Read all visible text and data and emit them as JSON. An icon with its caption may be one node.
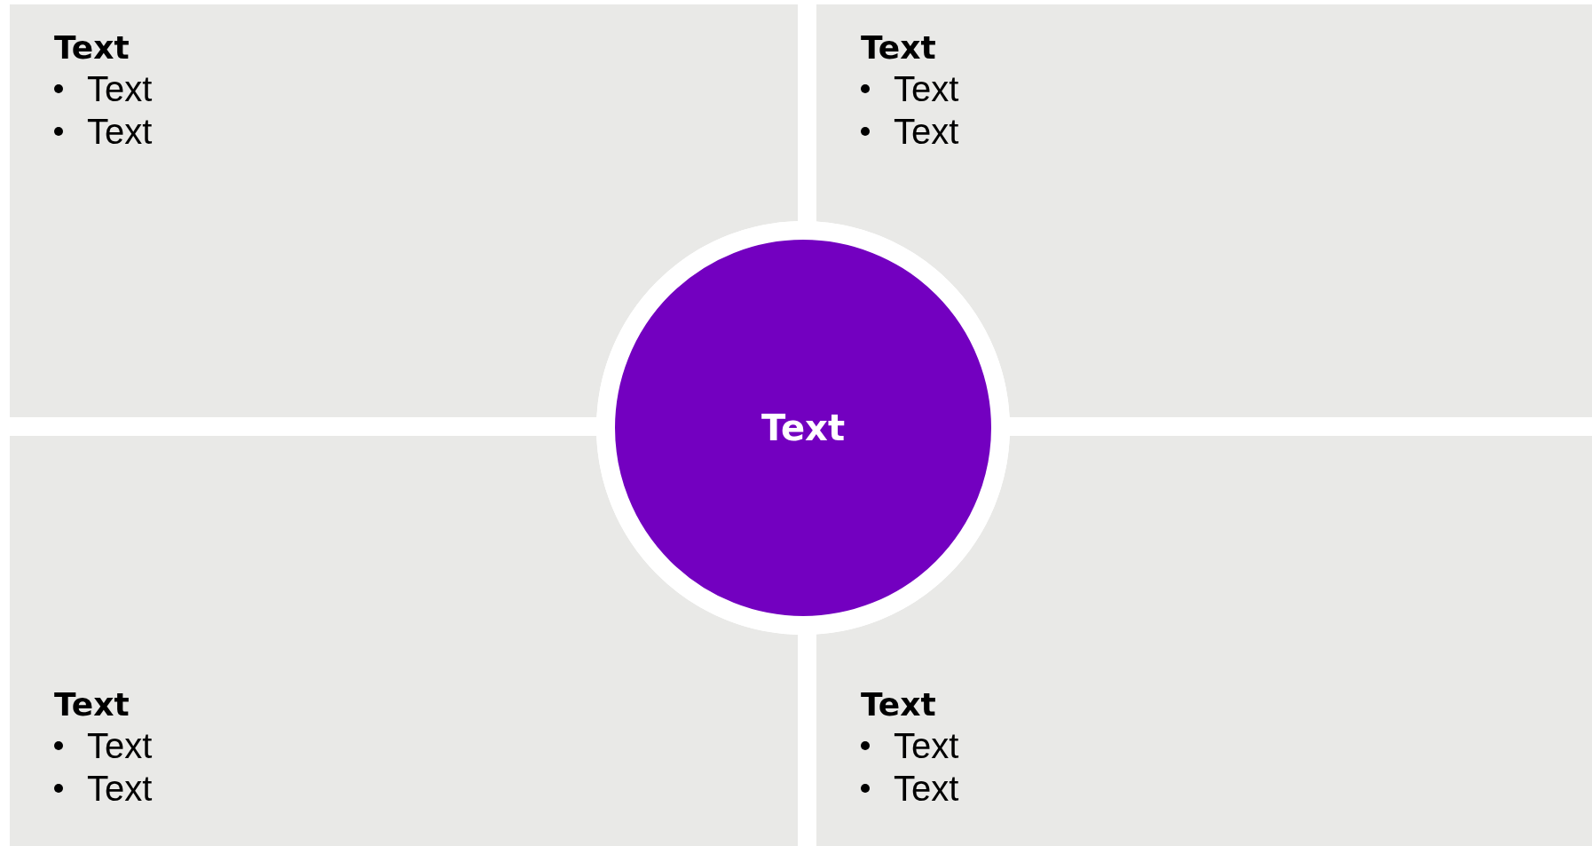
{
  "diagram": {
    "nodes": [
      {
        "text": [
          "Text",
          "Text",
          "Text"
        ]
      },
      {
        "text": [
          "Text",
          "Text",
          "Text"
        ]
      },
      {
        "text": [
          "Text",
          "Text",
          "Text"
        ]
      },
      {
        "text": [
          "Text",
          "Text",
          "Text"
        ]
      },
      {
        "text": [
          "Text"
        ]
      }
    ]
  }
}
